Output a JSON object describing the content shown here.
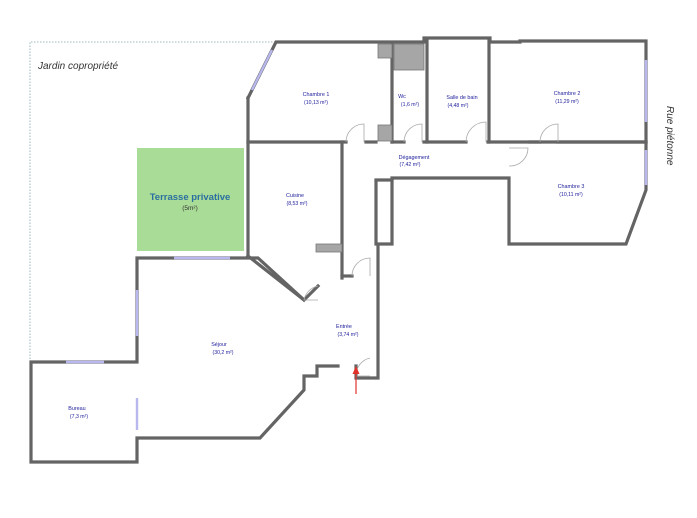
{
  "plan": {
    "garden_label": "Jardin copropriété",
    "street_label": "Rue piétonne",
    "terrace": {
      "name": "Terrasse privative",
      "area": "(5m²)",
      "color": "#a9dc96",
      "text_color": "#2b6fa0"
    },
    "rooms": {
      "chambre1": {
        "name": "Chambre 1",
        "area": "(10,13 m²)"
      },
      "wc": {
        "name": "Wc",
        "area": "(1,6 m²)"
      },
      "sdb": {
        "name": "Salle de bain",
        "area": "(4,48 m²)"
      },
      "chambre2": {
        "name": "Chambre 2",
        "area": "(11,29 m²)"
      },
      "degagement": {
        "name": "Dégagement",
        "area": "(7,42 m²)"
      },
      "cuisine": {
        "name": "Cuisine",
        "area": "(8,53 m²)"
      },
      "chambre3": {
        "name": "Chambre 3",
        "area": "(10,11 m²)"
      },
      "entree": {
        "name": "Entrée",
        "area": "(3,74 m²)"
      },
      "sejour": {
        "name": "Séjour",
        "area": "(30,2 m²)"
      },
      "bureau": {
        "name": "Bureau",
        "area": "(7,3 m²)"
      }
    },
    "colors": {
      "wall": "#646464",
      "window": "#b8b8ef",
      "entry_arrow": "#e0322a",
      "label": "#1c1c9a"
    }
  }
}
